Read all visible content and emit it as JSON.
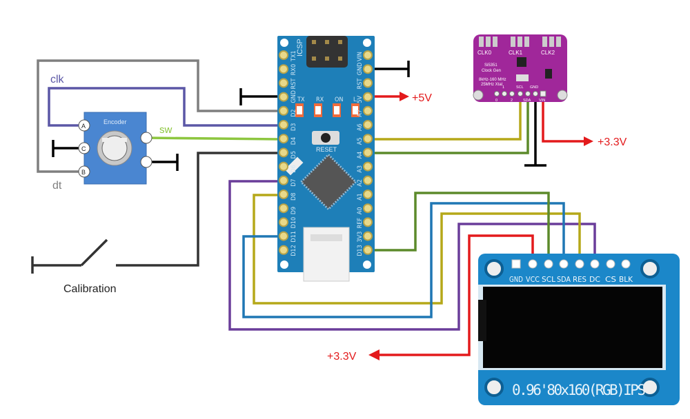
{
  "colors": {
    "gray": "#7f7f7f",
    "clk": "#5b57a6",
    "sw": "#8dc63f",
    "dark": "#333333",
    "purple": "#6a3d9a",
    "blue": "#1f77b4",
    "olive": "#b5a819",
    "green": "#5c8a2a",
    "red": "#e31a1c",
    "ground": "#000000",
    "arduino": "#1e7fb8",
    "si5351": "#a0279a",
    "display": "#1b87c9"
  },
  "encoder": {
    "title": "Encoder",
    "pins": [
      "A",
      "C",
      "B"
    ],
    "labels": {
      "clk": "clk",
      "dt": "dt",
      "sw": "sw"
    }
  },
  "switch": {
    "label": "Calibration"
  },
  "arduino": {
    "icsp": "ICSP",
    "reset": "RESET",
    "leds": [
      "TX",
      "RX",
      "ON",
      "L"
    ],
    "left_pins": [
      "TX1",
      "RX0",
      "RST",
      "GND",
      "D2",
      "D3",
      "D4",
      "D5",
      "D6",
      "D7",
      "D8",
      "D9",
      "D10",
      "D11",
      "D12"
    ],
    "right_pins": [
      "VIN",
      "GND",
      "RST",
      "5V",
      "A7",
      "A6",
      "A5",
      "A4",
      "A3",
      "A2",
      "A1",
      "A0",
      "REF",
      "3V3",
      "D13"
    ]
  },
  "si5351": {
    "clk_labels": [
      "CLK0",
      "CLK1",
      "CLK2"
    ],
    "name": "Si5351",
    "sub": "Clock Gen",
    "freq": "8kHz-160 MHz",
    "xtal": "25MHz Xtal",
    "pins_top": [
      "1",
      "SCL",
      "GND"
    ],
    "pins_bottom": [
      "0",
      "2",
      "SDA",
      "VIN"
    ]
  },
  "display": {
    "pins": [
      "GND",
      "VCC",
      "SCL",
      "SDA",
      "RES",
      "DC",
      "CS",
      "BLK"
    ],
    "caption": "0.96'80x160(RGB)IPS"
  },
  "power": {
    "v5": "+5V",
    "v33_si": "+3.3V",
    "v33_disp": "+3.3V"
  }
}
